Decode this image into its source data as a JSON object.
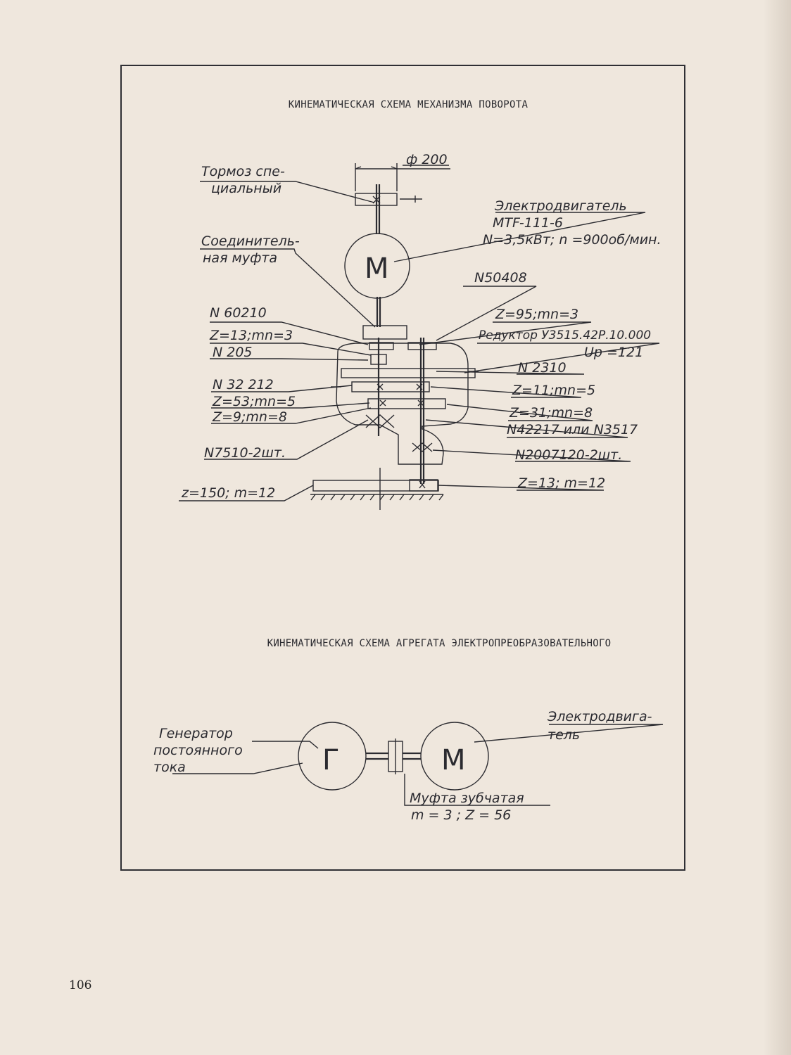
{
  "page": {
    "number": "106"
  },
  "diagram1": {
    "title": "КИНЕМАТИЧЕСКАЯ СХЕМА МЕХАНИЗМА ПОВОРОТА",
    "motor_symbol": "М",
    "labels": {
      "brake_l1": "Тормоз спе-",
      "brake_l2": "циальный",
      "diameter": "ф 200",
      "motor_l1": "Электродвигатель",
      "motor_l2": "MTF-111-6",
      "motor_l3": "N=3,5кВт; n =900об/мин.",
      "coupling_l1": "Соединитель-",
      "coupling_l2": "ная муфта",
      "b50408": "N50408",
      "b60210": "N 60210",
      "z95": "Z=95;mn=3",
      "z13": "Z=13;mn=3",
      "reducer_l1": "Редуктор У3515.42Р.10.000",
      "reducer_l2": "Up =121",
      "b205": "N 205",
      "b2310": "N 2310",
      "b32212": "N 32 212",
      "z11": "Z=11;mn=5",
      "z53": "Z=53;mn=5",
      "z31": "Z=31;mn=8",
      "z9": "Z=9;mn=8",
      "b42217": "N42217 или N3517",
      "b7510": "N7510-2шт.",
      "b2007120": "N2007120-2шт.",
      "z150": "z=150; m=12",
      "z13m12": "Z=13; m=12"
    }
  },
  "diagram2": {
    "title": "КИНЕМАТИЧЕСКАЯ СХЕМА АГРЕГАТА ЭЛЕКТРОПРЕОБРАЗОВАТЕЛЬНОГО",
    "generator_symbol": "Г",
    "motor_symbol": "М",
    "labels": {
      "gen_l1": "Генератор",
      "gen_l2": "постоянного",
      "gen_l3": "тока",
      "motor_l1": "Электродвига-",
      "motor_l2": "тель",
      "coupling_l1": "Муфта зубчатая",
      "coupling_l2": "m = 3 ; Z = 56"
    }
  }
}
